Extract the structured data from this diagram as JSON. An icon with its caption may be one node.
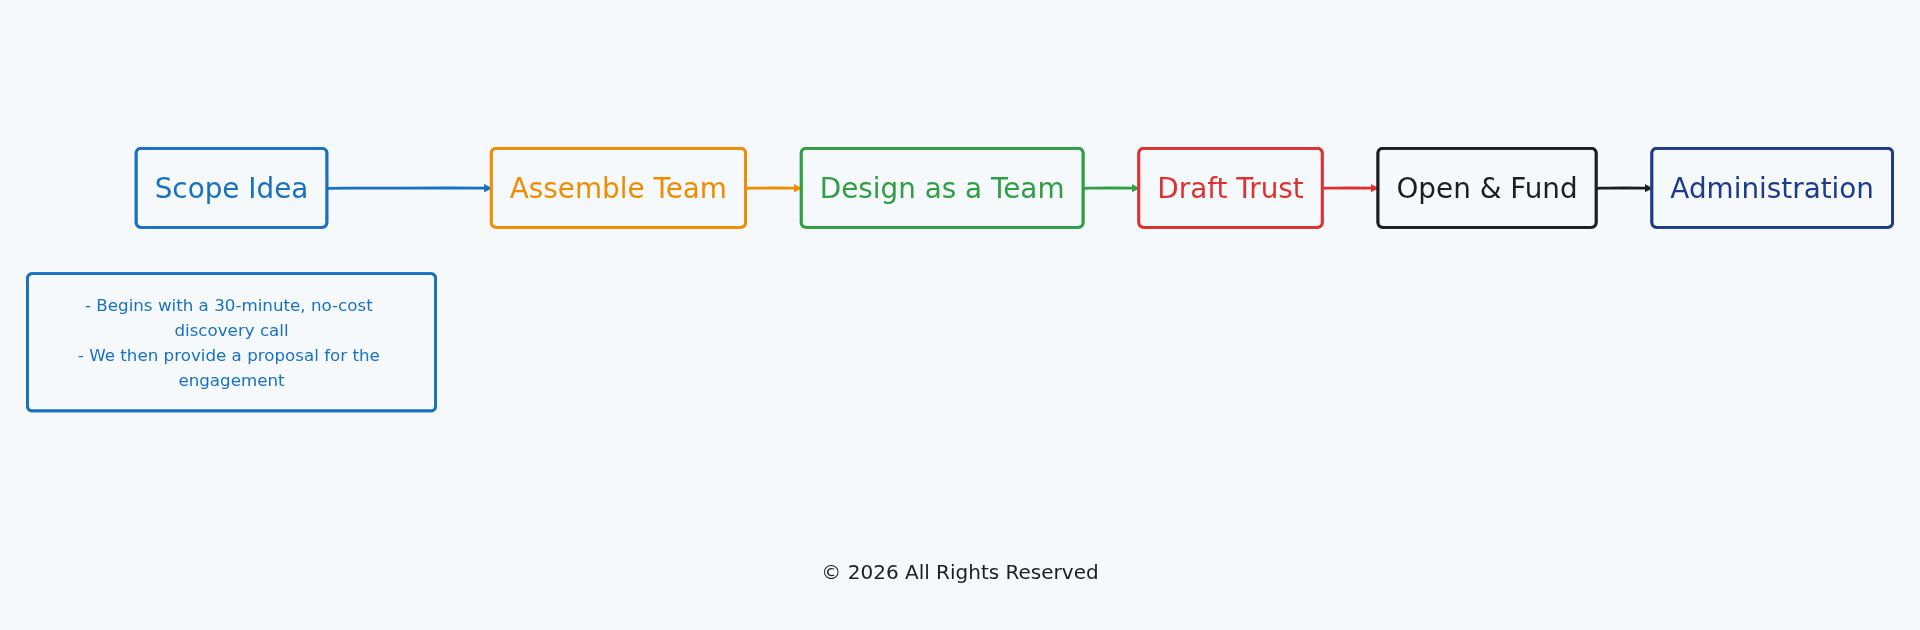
{
  "diagram": {
    "nodes": [
      {
        "text": [
          "Scope Idea"
        ]
      },
      {
        "text": [
          "- Begins with a 30-minute, no-cost discovery call",
          "- We then provide a proposal for the engagement"
        ]
      },
      {
        "text": [
          "Assemble Team"
        ]
      },
      {
        "text": [
          "Design as a Team"
        ]
      },
      {
        "text": [
          "Draft Trust"
        ]
      },
      {
        "text": [
          "Open & Fund"
        ]
      },
      {
        "text": [
          "Administration"
        ]
      }
    ],
    "edges": [
      {
        "from": 0,
        "to": 2,
        "arrow": "to",
        "color": "#1971c2"
      },
      {
        "from": 2,
        "to": 3,
        "arrow": "to",
        "color": "#f08c00"
      },
      {
        "from": 3,
        "to": 4,
        "arrow": "to",
        "color": "#2f9e44"
      },
      {
        "from": 4,
        "to": 5,
        "arrow": "to",
        "color": "#e03131"
      },
      {
        "from": 5,
        "to": 6,
        "arrow": "to",
        "color": "#1e1e1e"
      }
    ],
    "labels": [
      "© 2026 All Rights Reserved"
    ]
  }
}
